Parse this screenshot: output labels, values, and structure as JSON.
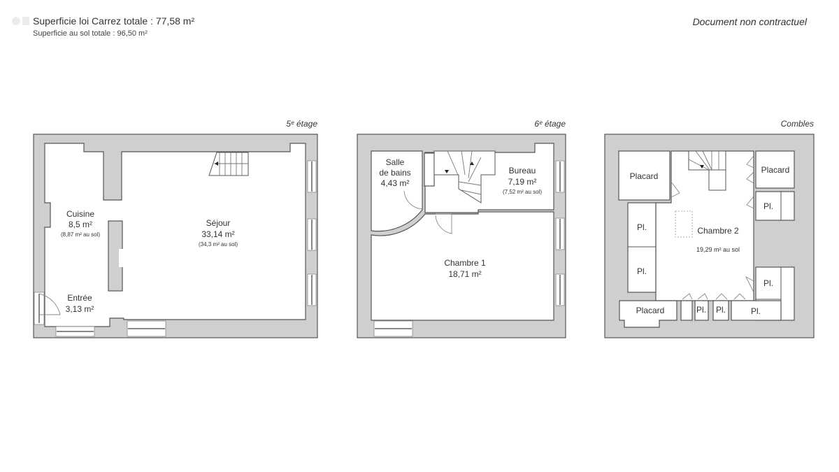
{
  "header": {
    "carrez_total": "Superficie loi Carrez totale : 77,58 m²",
    "sol_total": "Superficie au sol totale : 96,50 m²",
    "disclaimer": "Document non contractuel"
  },
  "colors": {
    "wall": "#cfcfcf",
    "wall_stroke": "#555555",
    "room": "#ffffff",
    "text": "#333333"
  },
  "floors": [
    {
      "label": "5ᵉ étage",
      "rooms": [
        {
          "name": "Cuisine",
          "area": "8,5 m²",
          "floor_area": "(8,87 m² au sol)"
        },
        {
          "name": "Séjour",
          "area": "33,14 m²",
          "floor_area": "(34,3 m² au sol)"
        },
        {
          "name": "Entrée",
          "area": "3,13 m²"
        }
      ]
    },
    {
      "label": "6ᵉ étage",
      "rooms": [
        {
          "name": "Salle",
          "name2": "de bains",
          "area": "4,43 m²"
        },
        {
          "name": "Bureau",
          "area": "7,19 m²",
          "floor_area": "(7,52 m² au sol)"
        },
        {
          "name": "Chambre 1",
          "area": "18,71 m²"
        }
      ]
    },
    {
      "label": "Combles",
      "rooms": [
        {
          "name": "Chambre 2",
          "floor_area": "19,29 m² au sol"
        }
      ],
      "storage": {
        "placard_top_left": "Placard",
        "placard_top_right": "Placard",
        "pl_right_1": "Pl.",
        "pl_left_1": "Pl.",
        "pl_left_2": "Pl.",
        "pl_right_2": "Pl.",
        "placard_bottom_left": "Placard",
        "pl_bottom_1": "Pl.",
        "pl_bottom_2": "Pl.",
        "pl_bottom_3": "Pl."
      }
    }
  ]
}
